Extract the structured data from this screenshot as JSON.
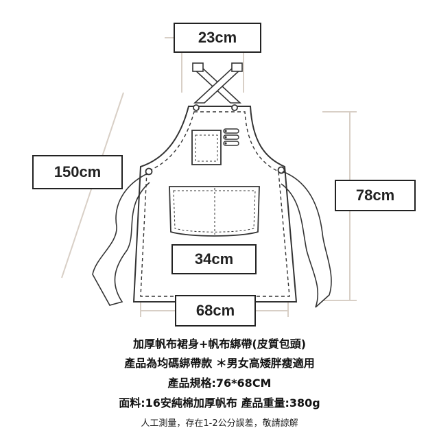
{
  "dimensions": {
    "top_width": "23cm",
    "total_length": "150cm",
    "apron_height": "78cm",
    "pocket_width": "34cm",
    "bottom_width": "68cm"
  },
  "captions": [
    "加厚帆布裙身+帆布綁帶(皮質包頭)",
    "產品為均碼綁帶款 ＊男女高矮胖瘦適用",
    "產品規格:76*68CM",
    "面料:16安純棉加厚帆布 產品重量:380g",
    "人工測量，存在1-2公分誤差，敬請諒解"
  ],
  "colors": {
    "outline": "#333333",
    "dimension_line": "#d8cfc6",
    "label_border": "#222222",
    "text": "#111111"
  }
}
